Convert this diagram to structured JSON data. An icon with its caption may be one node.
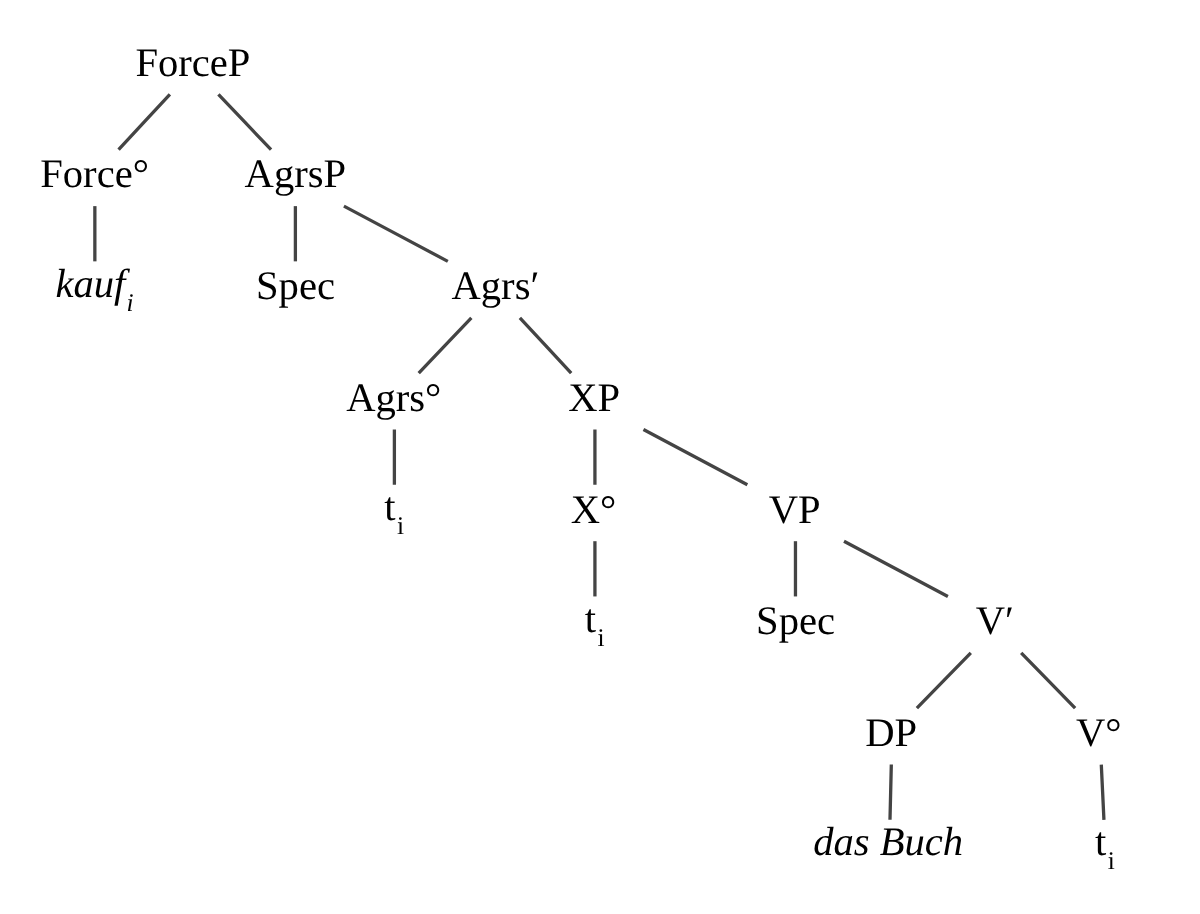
{
  "diagram": {
    "nodes": [
      {
        "text": [
          "ForceP"
        ]
      },
      {
        "text": [
          "Force°"
        ]
      },
      {
        "text": [
          "kauf$_{i}$"
        ]
      },
      {
        "text": [
          "AgrsP"
        ]
      },
      {
        "text": [
          "Spec"
        ]
      },
      {
        "text": [
          "Agrs′"
        ]
      },
      {
        "text": [
          "Agrs°"
        ]
      },
      {
        "text": [
          "t$_{i}$"
        ]
      },
      {
        "text": [
          "XP"
        ]
      },
      {
        "text": [
          "X°"
        ]
      },
      {
        "text": [
          "t$_{i}$"
        ]
      },
      {
        "text": [
          "VP"
        ]
      },
      {
        "text": [
          "Spec"
        ]
      },
      {
        "text": [
          "V′"
        ]
      },
      {
        "text": [
          "DP"
        ]
      },
      {
        "text": [
          "das Buch"
        ]
      },
      {
        "text": [
          "V°"
        ]
      },
      {
        "text": [
          "t$_{i}$"
        ]
      }
    ],
    "edges": [
      {
        "from": 0,
        "to": 1,
        "arrow": "none"
      },
      {
        "from": 0,
        "to": 3,
        "arrow": "none"
      },
      {
        "from": 1,
        "to": 2,
        "arrow": "none"
      },
      {
        "from": 3,
        "to": 4,
        "arrow": "none"
      },
      {
        "from": 3,
        "to": 5,
        "arrow": "none"
      },
      {
        "from": 5,
        "to": 6,
        "arrow": "none"
      },
      {
        "from": 5,
        "to": 8,
        "arrow": "none"
      },
      {
        "from": 6,
        "to": 7,
        "arrow": "none"
      },
      {
        "from": 8,
        "to": 9,
        "arrow": "none"
      },
      {
        "from": 8,
        "to": 11,
        "arrow": "none"
      },
      {
        "from": 9,
        "to": 10,
        "arrow": "none"
      },
      {
        "from": 11,
        "to": 12,
        "arrow": "none"
      },
      {
        "from": 11,
        "to": 13,
        "arrow": "none"
      },
      {
        "from": 13,
        "to": 14,
        "arrow": "none"
      },
      {
        "from": 13,
        "to": 16,
        "arrow": "none"
      },
      {
        "from": 14,
        "to": 15,
        "arrow": "none"
      },
      {
        "from": 16,
        "to": 17,
        "arrow": "none"
      }
    ]
  }
}
